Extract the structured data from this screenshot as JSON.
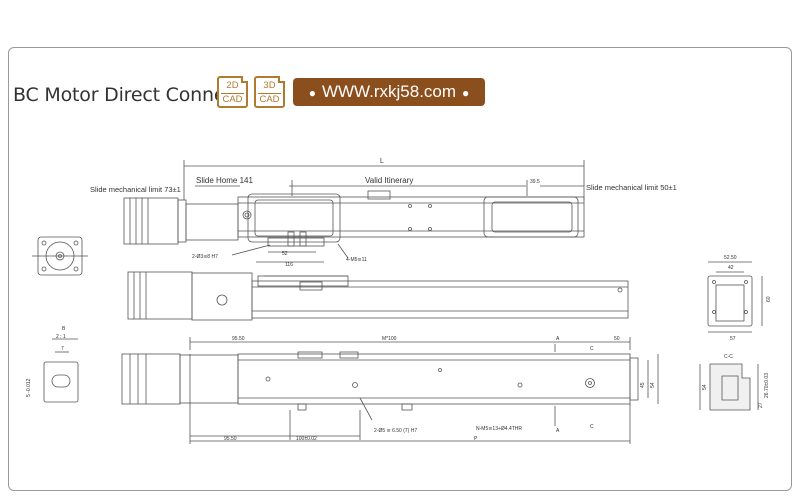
{
  "header": {
    "title": "BC Motor Direct Connect",
    "cad_2d": {
      "top": "2D",
      "bottom": "CAD"
    },
    "cad_3d": {
      "top": "3D",
      "bottom": "CAD"
    },
    "website": "WWW.rxkj58.com"
  },
  "drawing": {
    "top_view": {
      "dim_total": "L",
      "slide_home": "Slide Home 141",
      "valid_itinerary": "Valid Itinerary",
      "dim_39_5": "39.5",
      "mech_limit_left": "Slide mechanical limit 73±1",
      "mech_limit_right": "Slide mechanical limit 50±1",
      "hole_note_left": "2-Ø3≅8 H7",
      "dim_52": "52",
      "dim_116": "116",
      "hole_note_right": "4-M5≅11"
    },
    "section_b": {
      "label": "B",
      "scale": "2 : 1",
      "dim_7": "7",
      "dim_5_012": "5 -0.012"
    },
    "bottom_view": {
      "dim_95_50_top": "95.50",
      "dim_m100": "M*100",
      "label_a_top": "A",
      "dim_50": "50",
      "label_c_top": "C",
      "dim_45": "45",
      "dim_54": "54",
      "dim_95_50_bottom": "95.50",
      "dim_100_002": "100±0.02",
      "hole_note": "2-Ø5 ≅ 6.50 (7) H7",
      "label_n": "N-M5≅13+Ø4.4THR",
      "label_a_bottom": "A",
      "label_c_bottom": "C",
      "label_p": "P"
    },
    "end_view": {
      "dim_52_50": "52.50",
      "dim_42": "42",
      "dim_60": "60",
      "dim_57": "57"
    },
    "section_cc": {
      "label": "C-C",
      "dim_54": "54",
      "dim_26_70": "26.70±0.03",
      "dim_27": "27"
    }
  }
}
